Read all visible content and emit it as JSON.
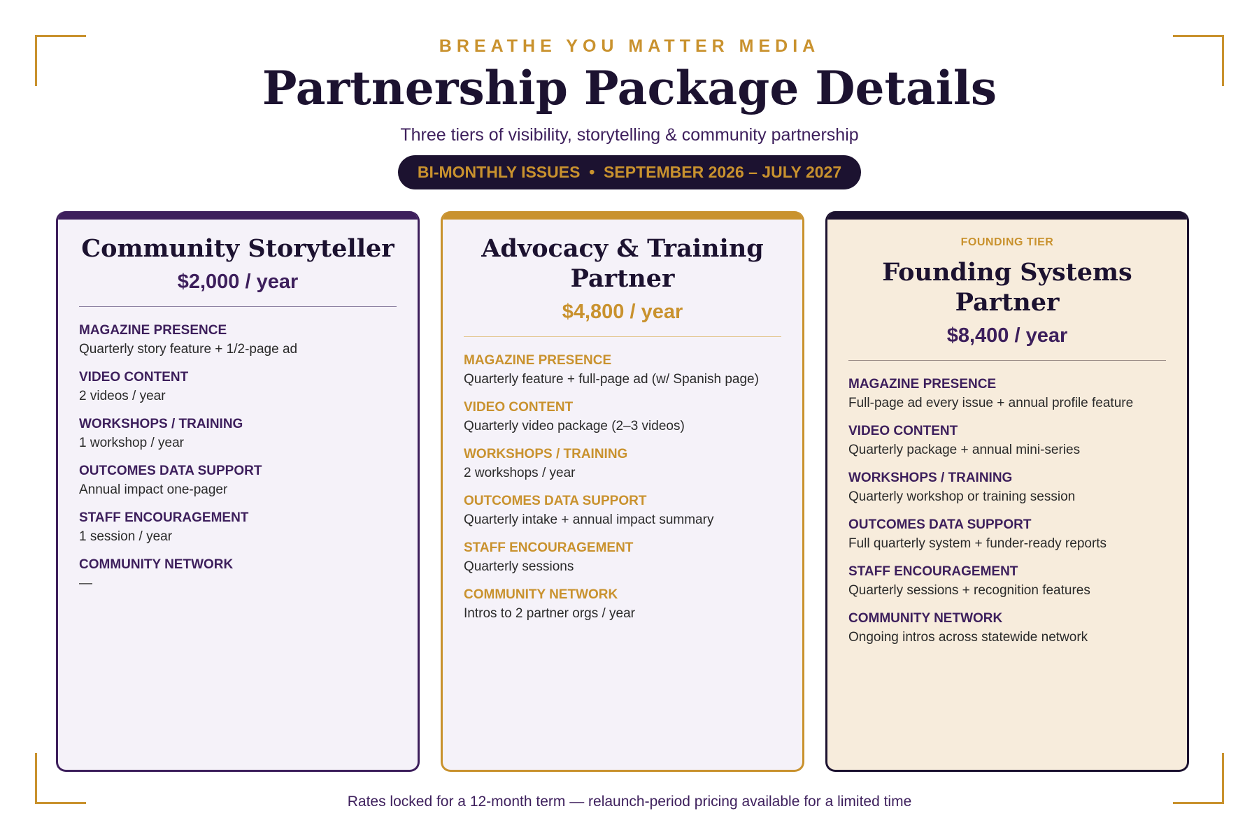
{
  "header": {
    "brand": "BREATHE YOU MATTER MEDIA",
    "title": "Partnership Package Details",
    "subtitle": "Three tiers of visibility, storytelling & community partnership",
    "pill": "BI-MONTHLY ISSUES  •  SEPTEMBER 2026 – JULY 2027"
  },
  "colors": {
    "accent_purple": "#3d1f5c",
    "accent_gold": "#c9922e",
    "dark": "#1c1230",
    "cream": "#f7ecdc"
  },
  "tiers": [
    {
      "name": "Community Storyteller",
      "price": "$2,000 / year",
      "features": [
        {
          "label": "MAGAZINE PRESENCE",
          "value": "Quarterly story feature + 1/2-page ad"
        },
        {
          "label": "VIDEO CONTENT",
          "value": "2 videos / year"
        },
        {
          "label": "WORKSHOPS / TRAINING",
          "value": "1 workshop / year"
        },
        {
          "label": "OUTCOMES DATA SUPPORT",
          "value": "Annual impact one-pager"
        },
        {
          "label": "STAFF ENCOURAGEMENT",
          "value": "1 session / year"
        },
        {
          "label": "COMMUNITY NETWORK",
          "value": "—"
        }
      ]
    },
    {
      "name": "Advocacy & Training Partner",
      "price": "$4,800 / year",
      "features": [
        {
          "label": "MAGAZINE PRESENCE",
          "value": "Quarterly feature + full-page ad (w/ Spanish page)"
        },
        {
          "label": "VIDEO CONTENT",
          "value": "Quarterly video package (2–3 videos)"
        },
        {
          "label": "WORKSHOPS / TRAINING",
          "value": "2 workshops / year"
        },
        {
          "label": "OUTCOMES DATA SUPPORT",
          "value": "Quarterly intake + annual impact summary"
        },
        {
          "label": "STAFF ENCOURAGEMENT",
          "value": "Quarterly sessions"
        },
        {
          "label": "COMMUNITY NETWORK",
          "value": "Intros to 2 partner orgs / year"
        }
      ]
    },
    {
      "ribbon": "FOUNDING TIER",
      "name": "Founding Systems Partner",
      "price": "$8,400 / year",
      "features": [
        {
          "label": "MAGAZINE PRESENCE",
          "value": "Full-page ad every issue + annual profile feature"
        },
        {
          "label": "VIDEO CONTENT",
          "value": "Quarterly package + annual mini-series"
        },
        {
          "label": "WORKSHOPS / TRAINING",
          "value": "Quarterly workshop or training session"
        },
        {
          "label": "OUTCOMES DATA SUPPORT",
          "value": "Full quarterly system + funder-ready reports"
        },
        {
          "label": "STAFF ENCOURAGEMENT",
          "value": "Quarterly sessions + recognition features"
        },
        {
          "label": "COMMUNITY NETWORK",
          "value": "Ongoing intros across statewide network"
        }
      ]
    }
  ],
  "footer": "Rates locked for a 12-month term — relaunch-period pricing available for a limited time"
}
